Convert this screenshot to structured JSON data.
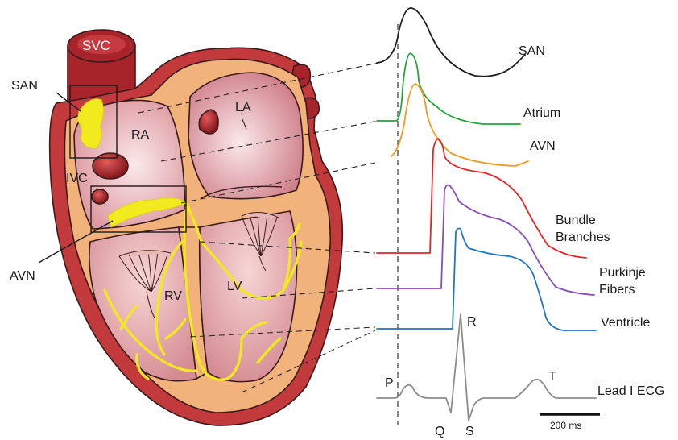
{
  "heart_labels": {
    "svc": "SVC",
    "san": "SAN",
    "ra": "RA",
    "la": "LA",
    "ivc": "IVC",
    "avn": "AVN",
    "rv": "RV",
    "lv": "LV"
  },
  "traces": [
    {
      "name": "SAN",
      "label": "SAN",
      "color": "#1f1f1f"
    },
    {
      "name": "atrium",
      "label": "Atrium",
      "color": "#23a33a"
    },
    {
      "name": "avn",
      "label": "AVN",
      "color": "#f39a1e"
    },
    {
      "name": "bundle-branches",
      "label": "Bundle\nBranches",
      "color": "#e42424"
    },
    {
      "name": "purkinje-fibers",
      "label": "Purkinje\nFibers",
      "color": "#8a4fb5"
    },
    {
      "name": "ventricle",
      "label": "Ventricle",
      "color": "#1f76c2"
    }
  ],
  "ecg": {
    "label": "Lead I ECG",
    "color": "#8c8c8c",
    "waves": {
      "p": "P",
      "q": "Q",
      "r": "R",
      "s": "S",
      "t": "T"
    }
  },
  "scale_bar": {
    "label": "200 ms"
  },
  "colors": {
    "myocardium_dark": "#c23a3c",
    "myocardium_light": "#f2b27c",
    "chamber": "#e9b9b4",
    "vessel": "#a8242b",
    "conduction": "#f2ea1f"
  }
}
